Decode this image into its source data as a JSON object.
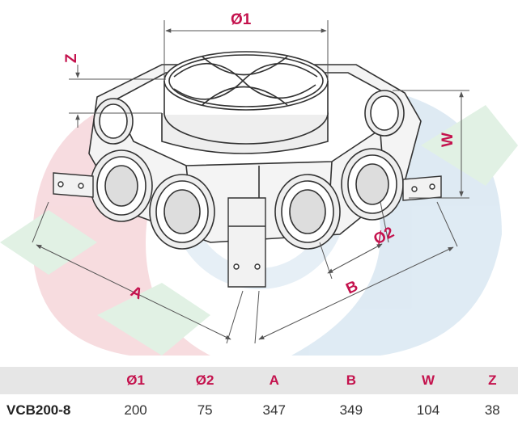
{
  "colors": {
    "accent": "#c4124d",
    "line": "#333333",
    "dim_line": "#555555",
    "header_bg": "#e6e6e6",
    "watermark_red": "#f3c9cf",
    "watermark_blue": "#cfe0ee",
    "watermark_green": "#d4ead7"
  },
  "diagram": {
    "labels": {
      "d1": "Ø1",
      "d2": "Ø2",
      "a": "A",
      "b": "B",
      "w": "W",
      "z": "Z"
    },
    "watermark_icon": "brand-logo-watermark"
  },
  "table": {
    "headers": [
      "",
      "Ø1",
      "Ø2",
      "A",
      "B",
      "W",
      "Z"
    ],
    "rows": [
      [
        "VCB200-8",
        "200",
        "75",
        "347",
        "349",
        "104",
        "38"
      ]
    ]
  }
}
